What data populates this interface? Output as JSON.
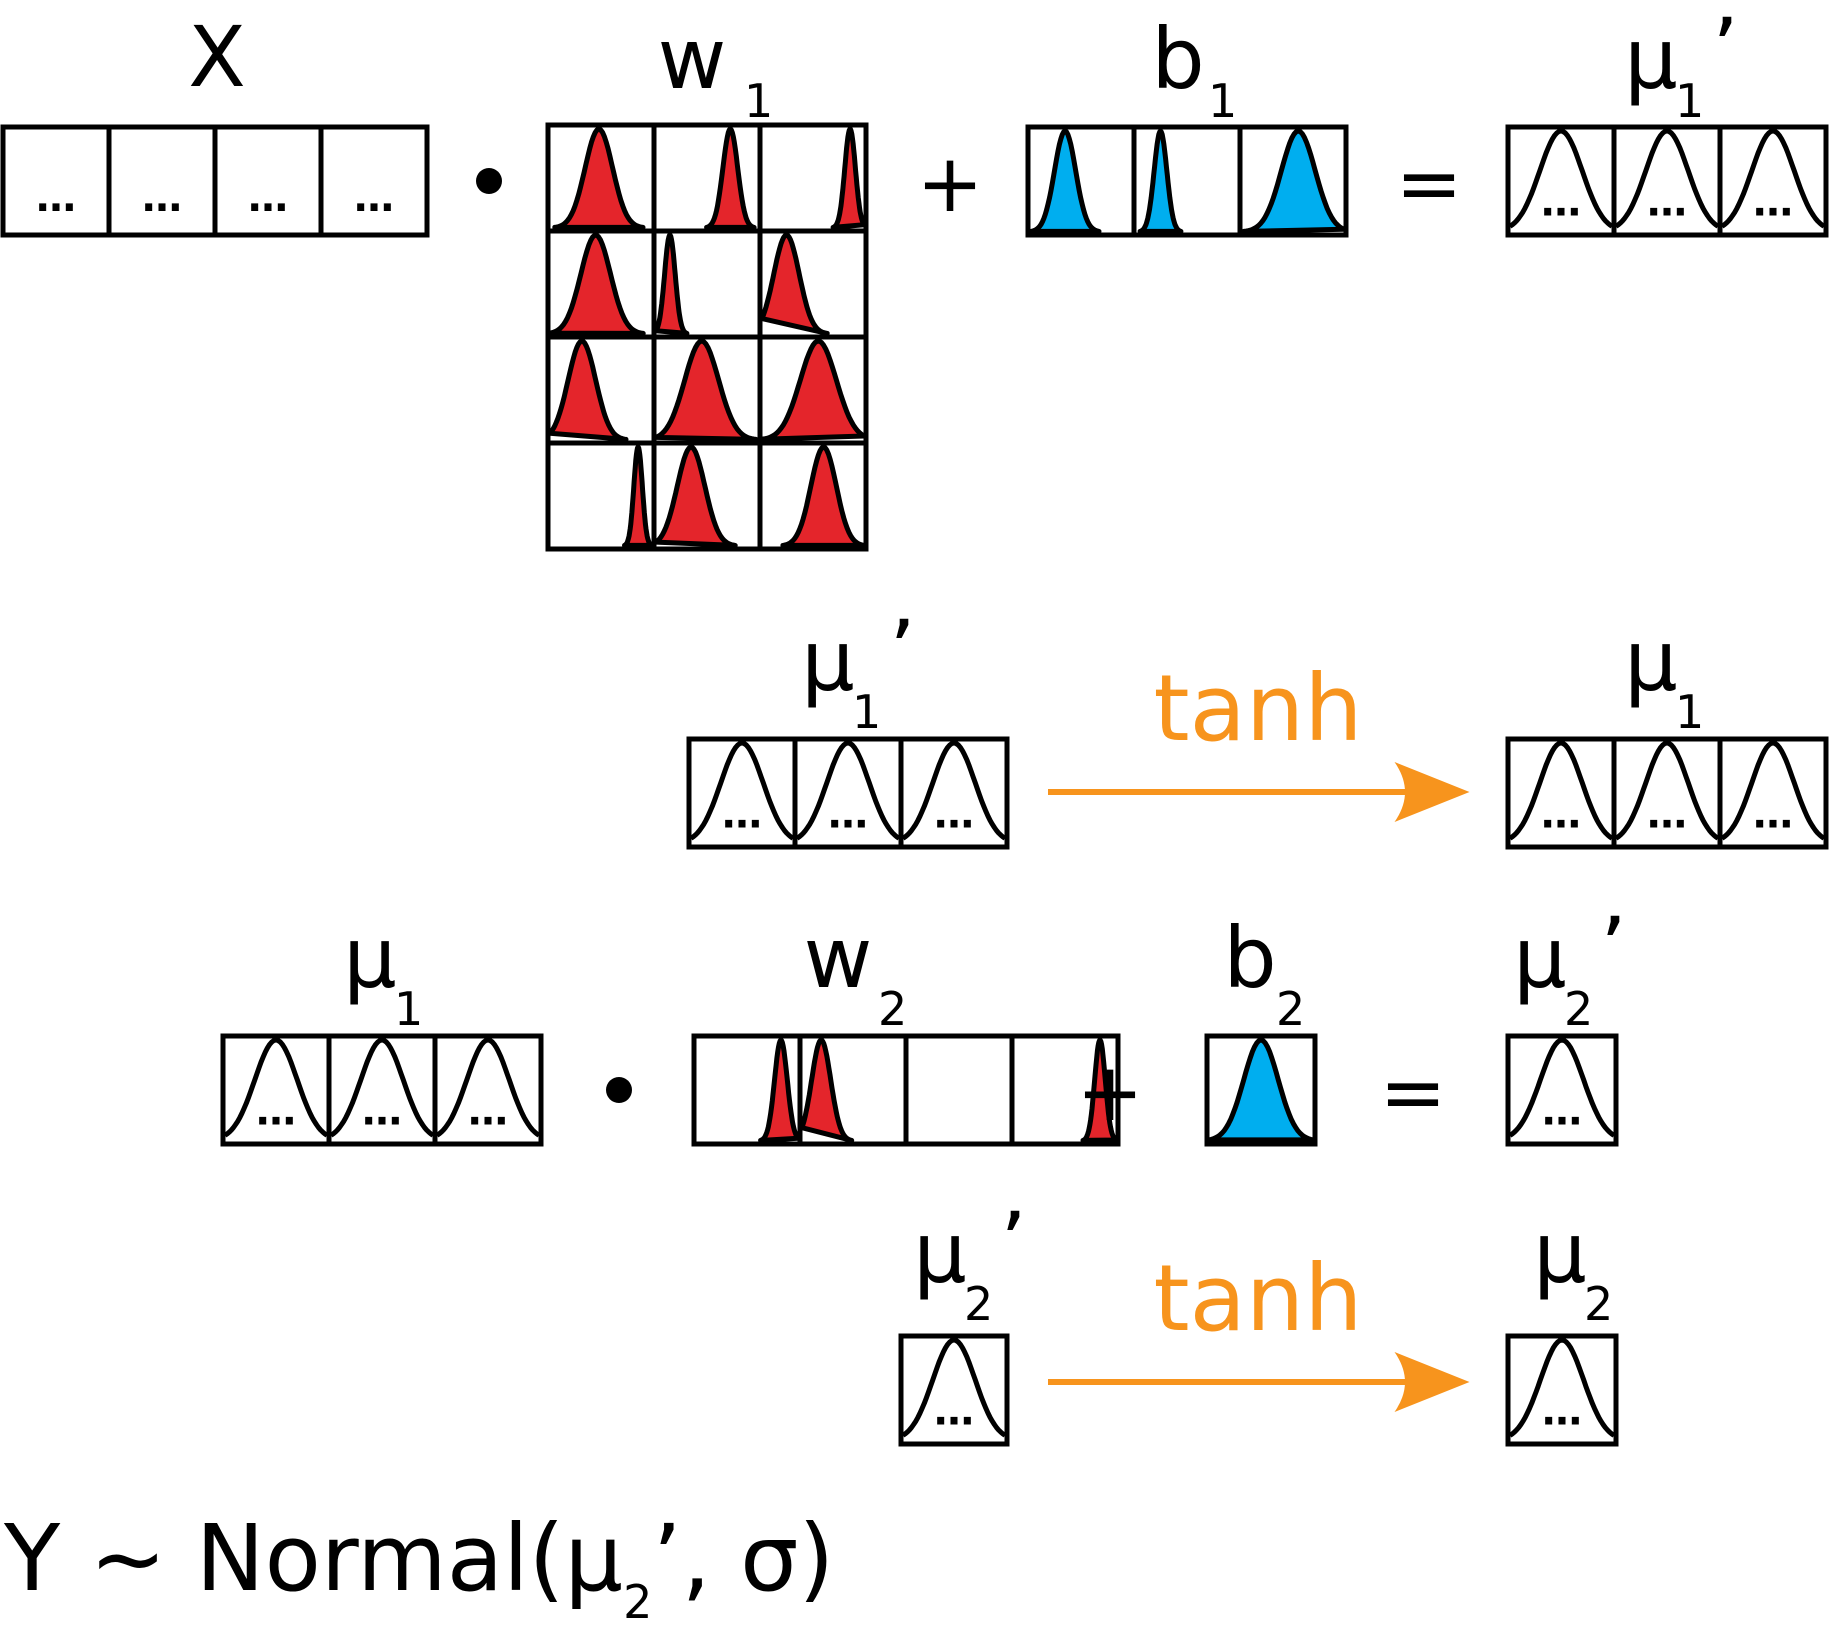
{
  "colors": {
    "weight": "#e4252b",
    "bias": "#00aeef",
    "activation": "#f7941d",
    "outline": "#000000"
  },
  "labels": {
    "x": "X",
    "w1": {
      "base": "w",
      "sub": "1"
    },
    "b1": {
      "base": "b",
      "sub": "1"
    },
    "mu1p_a": {
      "base": "μ",
      "sub": "1",
      "prime": "’"
    },
    "mu1p_b": {
      "base": "μ",
      "sub": "1",
      "prime": "’"
    },
    "mu1_a": {
      "base": "μ",
      "sub": "1"
    },
    "mu1_b": {
      "base": "μ",
      "sub": "1"
    },
    "w2": {
      "base": "w",
      "sub": "2"
    },
    "b2": {
      "base": "b",
      "sub": "2"
    },
    "mu2p_a": {
      "base": "μ",
      "sub": "2",
      "prime": "’"
    },
    "mu2p_b": {
      "base": "μ",
      "sub": "2",
      "prime": "’"
    },
    "mu2": {
      "base": "μ",
      "sub": "2"
    }
  },
  "ellipsis": "…",
  "operators": {
    "dot": "•",
    "plus": "+",
    "equals": "="
  },
  "activation": {
    "step1": "tanh",
    "step2": "tanh"
  },
  "formula": {
    "left": "Y ~ Normal(μ",
    "sub": "2",
    "right": "’, σ)"
  }
}
